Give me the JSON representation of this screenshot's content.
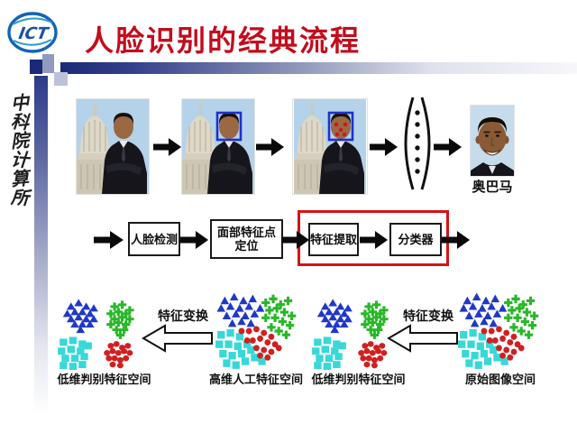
{
  "header": {
    "logo_text": "ICT",
    "title": "人脸识别的经典流程"
  },
  "sidebar": {
    "calligraphy_chars": [
      "中",
      "科",
      "院",
      "计",
      "算",
      "所"
    ]
  },
  "pipeline": {
    "result_label": "奥巴马"
  },
  "flowchart": {
    "box1": "人脸检测",
    "box2_line1": "面部特征点",
    "box2_line2": "定位",
    "box3": "特征提取",
    "box4": "分类器"
  },
  "feature_spaces": {
    "group1": {
      "transform_label": "特征变换",
      "target_label": "低维判别特征空间",
      "source_label": "高维人工特征空间"
    },
    "group2": {
      "transform_label": "特征变换",
      "target_label": "低维判别特征空间",
      "source_label": "原始图像空间"
    }
  },
  "colors": {
    "title_red": "#c20d1d",
    "highlight_red": "#d41414",
    "face_box_blue": "#2030cc",
    "landmark_red": "#cc1818",
    "cluster_blue": "#2038c8",
    "cluster_green": "#28b828",
    "cluster_cyan": "#38d8d8",
    "cluster_red": "#d02020"
  },
  "scatters": {
    "separated": {
      "triangles": [
        [
          16,
          12
        ],
        [
          24,
          8
        ],
        [
          32,
          12
        ],
        [
          40,
          14
        ],
        [
          12,
          20
        ],
        [
          20,
          18
        ],
        [
          28,
          18
        ],
        [
          36,
          20
        ],
        [
          16,
          26
        ],
        [
          24,
          24
        ],
        [
          32,
          26
        ],
        [
          40,
          26
        ],
        [
          20,
          32
        ],
        [
          28,
          32
        ],
        [
          36,
          32
        ],
        [
          26,
          38
        ]
      ],
      "plusses": [
        [
          62,
          12
        ],
        [
          70,
          10
        ],
        [
          78,
          16
        ],
        [
          58,
          20
        ],
        [
          66,
          18
        ],
        [
          74,
          20
        ],
        [
          62,
          26
        ],
        [
          70,
          24
        ],
        [
          78,
          26
        ],
        [
          58,
          32
        ],
        [
          66,
          30
        ],
        [
          74,
          32
        ],
        [
          64,
          38
        ],
        [
          72,
          38
        ],
        [
          68,
          44
        ]
      ],
      "squares": [
        [
          8,
          52
        ],
        [
          18,
          50
        ],
        [
          28,
          54
        ],
        [
          6,
          62
        ],
        [
          16,
          60
        ],
        [
          26,
          62
        ],
        [
          34,
          56
        ],
        [
          10,
          70
        ],
        [
          20,
          70
        ],
        [
          30,
          68
        ],
        [
          8,
          78
        ],
        [
          18,
          79
        ],
        [
          28,
          77
        ]
      ],
      "dots": [
        [
          58,
          56
        ],
        [
          64,
          54
        ],
        [
          70,
          58
        ],
        [
          76,
          56
        ],
        [
          54,
          64
        ],
        [
          60,
          62
        ],
        [
          66,
          64
        ],
        [
          72,
          62
        ],
        [
          78,
          64
        ],
        [
          56,
          70
        ],
        [
          62,
          70
        ],
        [
          68,
          72
        ],
        [
          74,
          70
        ],
        [
          60,
          77
        ],
        [
          68,
          78
        ]
      ]
    },
    "mixed": {
      "triangles": [
        [
          12,
          10
        ],
        [
          22,
          6
        ],
        [
          32,
          10
        ],
        [
          42,
          8
        ],
        [
          8,
          18
        ],
        [
          18,
          16
        ],
        [
          28,
          18
        ],
        [
          38,
          16
        ],
        [
          14,
          26
        ],
        [
          24,
          24
        ],
        [
          34,
          26
        ],
        [
          44,
          24
        ],
        [
          20,
          34
        ],
        [
          30,
          32
        ],
        [
          50,
          18
        ],
        [
          40,
          34
        ]
      ],
      "plusses": [
        [
          56,
          12
        ],
        [
          64,
          8
        ],
        [
          72,
          14
        ],
        [
          80,
          10
        ],
        [
          60,
          20
        ],
        [
          68,
          18
        ],
        [
          76,
          22
        ],
        [
          84,
          26
        ],
        [
          56,
          28
        ],
        [
          66,
          28
        ],
        [
          74,
          32
        ],
        [
          82,
          36
        ],
        [
          62,
          38
        ],
        [
          70,
          42
        ],
        [
          78,
          46
        ]
      ],
      "squares": [
        [
          8,
          46
        ],
        [
          18,
          44
        ],
        [
          28,
          48
        ],
        [
          6,
          56
        ],
        [
          16,
          56
        ],
        [
          26,
          58
        ],
        [
          36,
          56
        ],
        [
          10,
          66
        ],
        [
          20,
          68
        ],
        [
          30,
          66
        ],
        [
          14,
          76
        ],
        [
          24,
          78
        ],
        [
          34,
          74
        ],
        [
          44,
          70
        ],
        [
          52,
          74
        ],
        [
          40,
          62
        ]
      ],
      "dots": [
        [
          38,
          42
        ],
        [
          46,
          40
        ],
        [
          54,
          44
        ],
        [
          62,
          48
        ],
        [
          42,
          52
        ],
        [
          50,
          50
        ],
        [
          58,
          54
        ],
        [
          66,
          56
        ],
        [
          46,
          60
        ],
        [
          54,
          62
        ],
        [
          62,
          64
        ],
        [
          36,
          52
        ],
        [
          70,
          60
        ],
        [
          50,
          68
        ],
        [
          58,
          70
        ],
        [
          30,
          42
        ]
      ]
    }
  }
}
